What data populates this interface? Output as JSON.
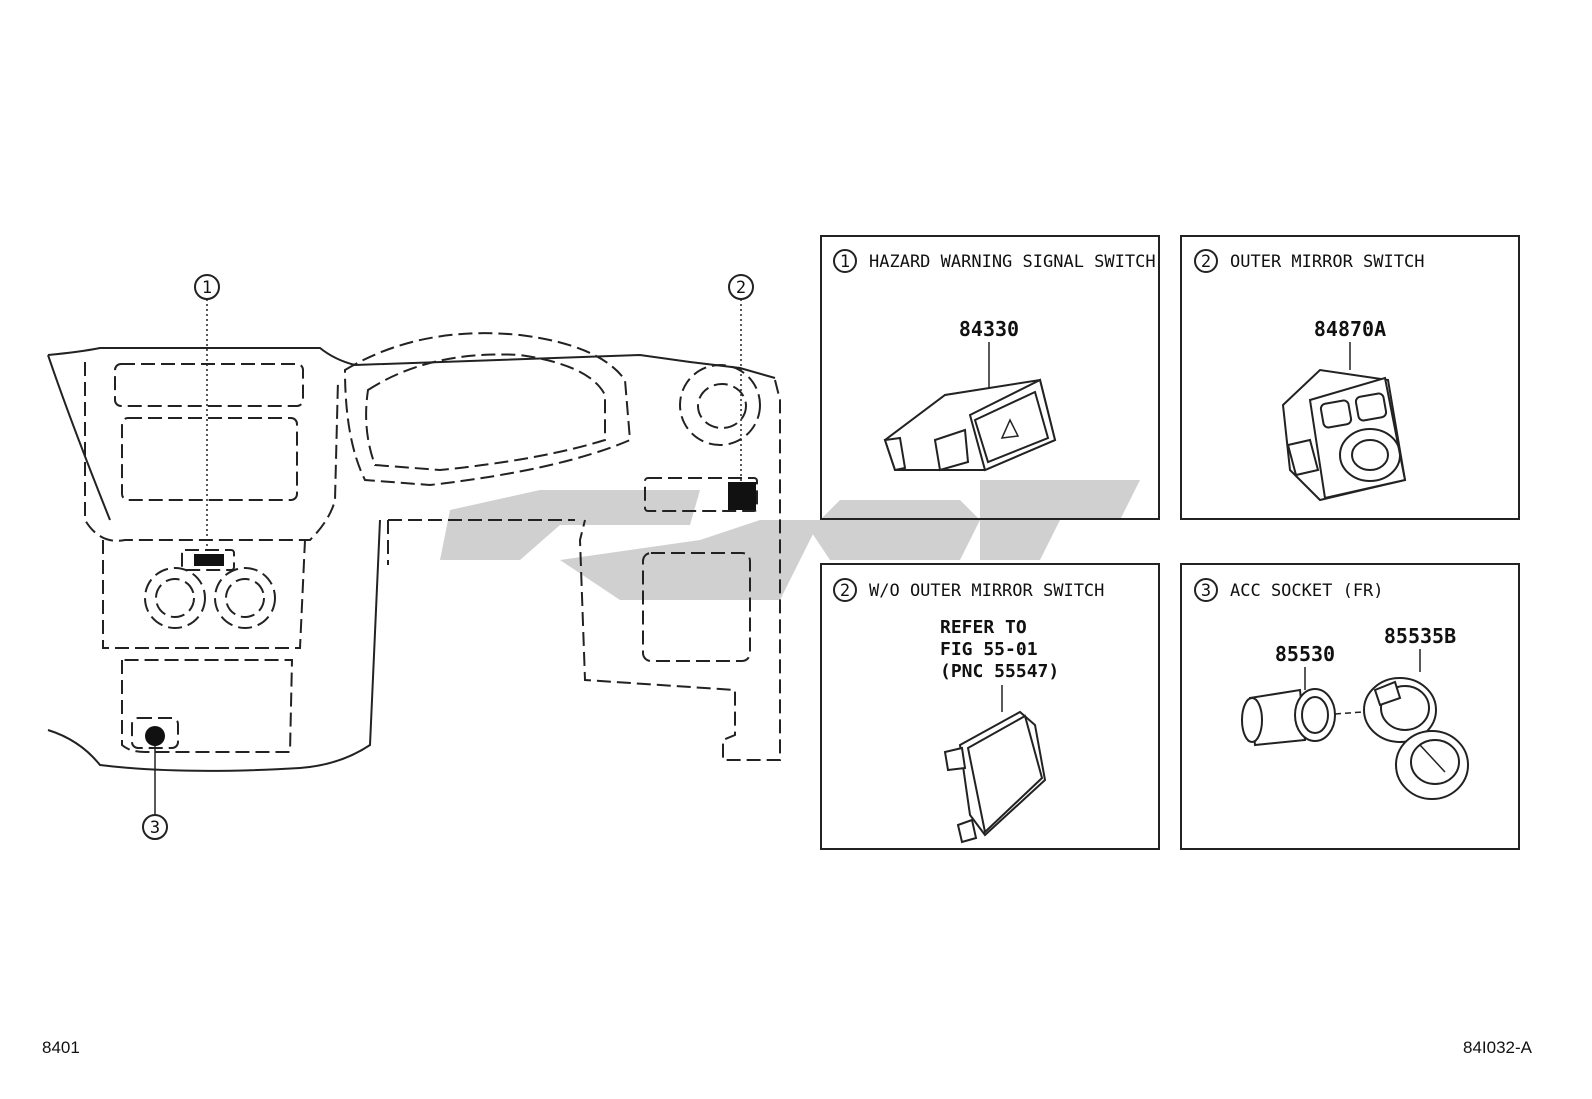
{
  "callouts": {
    "c1": "1",
    "c2": "2",
    "c3": "3"
  },
  "panels": [
    {
      "num": "1",
      "title": "HAZARD WARNING SIGNAL SWITCH",
      "parts": [
        "84330"
      ]
    },
    {
      "num": "2",
      "title": "OUTER MIRROR SWITCH",
      "parts": [
        "84870A"
      ]
    },
    {
      "num": "2",
      "title": "W/O OUTER MIRROR SWITCH",
      "ref": [
        "REFER TO",
        "FIG 55-01",
        "(PNC 55547)"
      ]
    },
    {
      "num": "3",
      "title": "ACC SOCKET (FR)",
      "parts": [
        "85530",
        "85535B"
      ]
    }
  ],
  "footer": {
    "left": "8401",
    "right": "84I032-A"
  },
  "colors": {
    "ink": "#111111",
    "watermark": "#c8c8c8"
  }
}
